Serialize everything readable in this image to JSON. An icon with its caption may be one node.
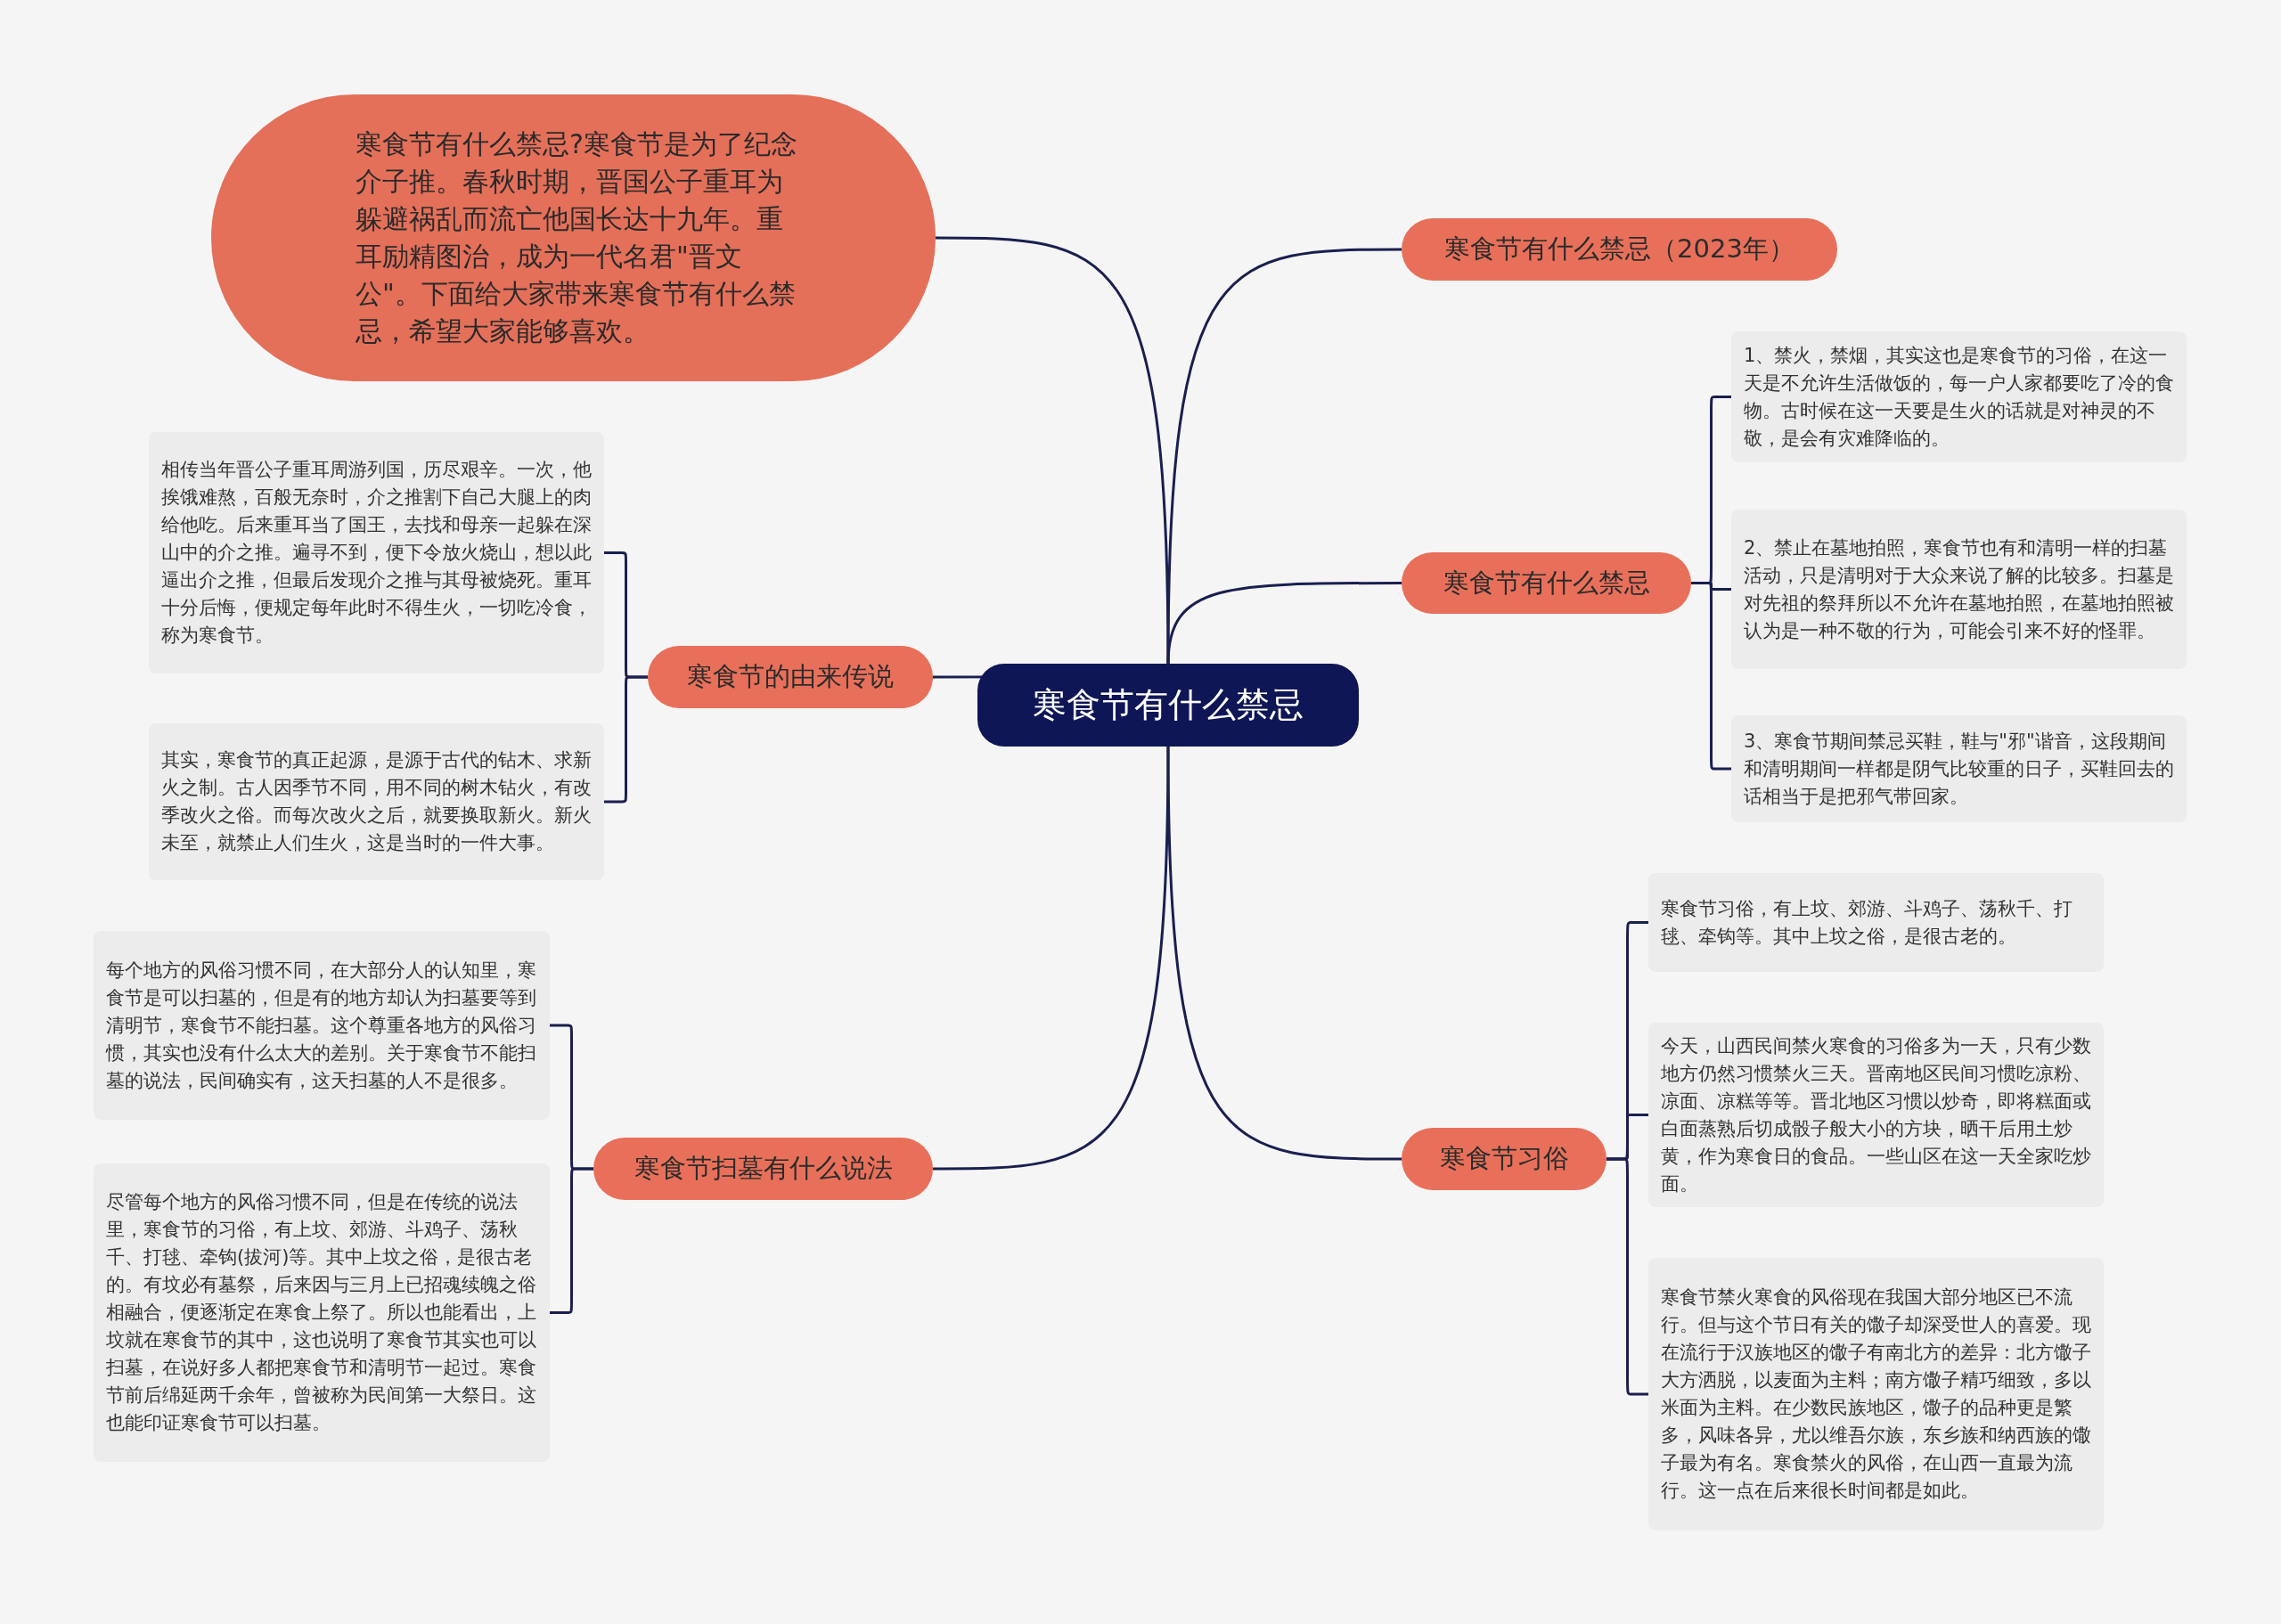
{
  "diagram": {
    "nodes": [
      {
        "text": [
          "寒食节有什么禁忌"
        ]
      },
      {
        "text": [
          "寒食节有什么禁忌?寒食节是为了纪念介子推。春秋时期，晋国公子重耳为躲避祸乱而流亡他国长达十九年。重耳励精图治，成为一代名君\"晋文公\"。下面给大家带来寒食节有什么禁忌，希望大家能够喜欢。"
        ]
      },
      {
        "text": [
          "寒食节有什么禁忌（2023年）"
        ]
      },
      {
        "text": [
          "寒食节的由来传说"
        ]
      },
      {
        "text": [
          "相传当年晋公子重耳周游列国，历尽艰辛。一次，他挨饿难熬，百般无奈时，介之推割下自己大腿上的肉给他吃。后来重耳当了国王，去找和母亲一起躲在深山中的介之推。遍寻不到，便下令放火烧山，想以此逼出介之推，但最后发现介之推与其母被烧死。重耳十分后悔，便规定每年此时不得生火，一切吃冷食，称为寒食节。"
        ]
      },
      {
        "text": [
          "其实，寒食节的真正起源，是源于古代的钻木、求新火之制。古人因季节不同，用不同的树木钻火，有改季改火之俗。而每次改火之后，就要换取新火。新火未至，就禁止人们生火，这是当时的一件大事。"
        ]
      },
      {
        "text": [
          "寒食节有什么禁忌"
        ]
      },
      {
        "text": [
          "1、禁火，禁烟，其实这也是寒食节的习俗，在这一天是不允许生活做饭的，每一户人家都要吃了冷的食物。古时候在这一天要是生火的话就是对神灵的不敬，是会有灾难降临的。"
        ]
      },
      {
        "text": [
          "2、禁止在墓地拍照，寒食节也有和清明一样的扫墓活动，只是清明对于大众来说了解的比较多。扫墓是对先祖的祭拜所以不允许在墓地拍照，在墓地拍照被认为是一种不敬的行为，可能会引来不好的怪罪。"
        ]
      },
      {
        "text": [
          "3、寒食节期间禁忌买鞋，鞋与\"邪\"谐音，这段期间和清明期间一样都是阴气比较重的日子，买鞋回去的话相当于是把邪气带回家。"
        ]
      },
      {
        "text": [
          "寒食节扫墓有什么说法"
        ]
      },
      {
        "text": [
          "每个地方的风俗习惯不同，在大部分人的认知里，寒食节是可以扫墓的，但是有的地方却认为扫墓要等到清明节，寒食节不能扫墓。这个尊重各地方的风俗习惯，其实也没有什么太大的差别。关于寒食节不能扫墓的说法，民间确实有，这天扫墓的人不是很多。"
        ]
      },
      {
        "text": [
          "尽管每个地方的风俗习惯不同，但是在传统的说法里，寒食节的习俗，有上坟、郊游、斗鸡子、荡秋千、打毬、牵钩(拔河)等。其中上坟之俗，是很古老的。有坟必有墓祭，后来因与三月上已招魂续魄之俗相融合，便逐渐定在寒食上祭了。所以也能看出，上坟就在寒食节的其中，这也说明了寒食节其实也可以扫墓，在说好多人都把寒食节和清明节一起过。寒食节前后绵延两千余年，曾被称为民间第一大祭日。这也能印证寒食节可以扫墓。"
        ]
      },
      {
        "text": [
          "寒食节习俗"
        ]
      },
      {
        "text": [
          "寒食节习俗，有上坟、郊游、斗鸡子、荡秋千、打毬、牵钩等。其中上坟之俗，是很古老的。"
        ]
      },
      {
        "text": [
          "今天，山西民间禁火寒食的习俗多为一天，只有少数地方仍然习惯禁火三天。晋南地区民间习惯吃凉粉、凉面、凉糕等等。晋北地区习惯以炒奇，即将糕面或白面蒸熟后切成骰子般大小的方块，晒干后用土炒黄，作为寒食日的食品。一些山区在这一天全家吃炒面。"
        ]
      },
      {
        "text": [
          "寒食节禁火寒食的风俗现在我国大部分地区已不流行。但与这个节日有关的馓子却深受世人的喜爱。现在流行于汉族地区的馓子有南北方的差异：北方馓子大方洒脱，以麦面为主料；南方馓子精巧细致，多以米面为主料。在少数民族地区，馓子的品种更是繁多，风味各异，尤以维吾尔族，东乡族和纳西族的馓子最为有名。寒食禁火的风俗，在山西一直最为流行。这一点在后来很长时间都是如此。"
        ]
      }
    ],
    "edges": [
      {
        "from": 0,
        "to": 1,
        "arrow": "none"
      },
      {
        "from": 0,
        "to": 2,
        "arrow": "none"
      },
      {
        "from": 0,
        "to": 3,
        "arrow": "none"
      },
      {
        "from": 3,
        "to": 4,
        "arrow": "none"
      },
      {
        "from": 3,
        "to": 5,
        "arrow": "none"
      },
      {
        "from": 0,
        "to": 6,
        "arrow": "none"
      },
      {
        "from": 6,
        "to": 7,
        "arrow": "none"
      },
      {
        "from": 6,
        "to": 8,
        "arrow": "none"
      },
      {
        "from": 6,
        "to": 9,
        "arrow": "none"
      },
      {
        "from": 0,
        "to": 10,
        "arrow": "none"
      },
      {
        "from": 10,
        "to": 11,
        "arrow": "none"
      },
      {
        "from": 10,
        "to": 12,
        "arrow": "none"
      },
      {
        "from": 0,
        "to": 13,
        "arrow": "none"
      },
      {
        "from": 13,
        "to": 14,
        "arrow": "none"
      },
      {
        "from": 13,
        "to": 15,
        "arrow": "none"
      },
      {
        "from": 13,
        "to": 16,
        "arrow": "none"
      }
    ]
  }
}
